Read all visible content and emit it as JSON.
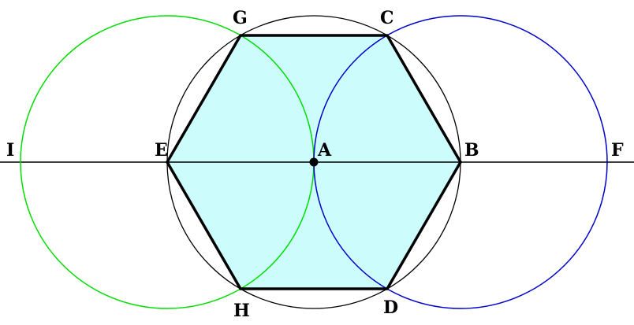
{
  "labels": {
    "A": "A",
    "B": "B",
    "C": "C",
    "D": "D",
    "E": "E",
    "F": "F",
    "G": "G",
    "H": "H",
    "I": "I"
  },
  "colors": {
    "hexagon_fill": "#ccfcfc",
    "hexagon_stroke": "#000000",
    "main_circle": "#000000",
    "left_circle": "#00dd00",
    "right_circle": "#0000cc",
    "line": "#000000"
  }
}
